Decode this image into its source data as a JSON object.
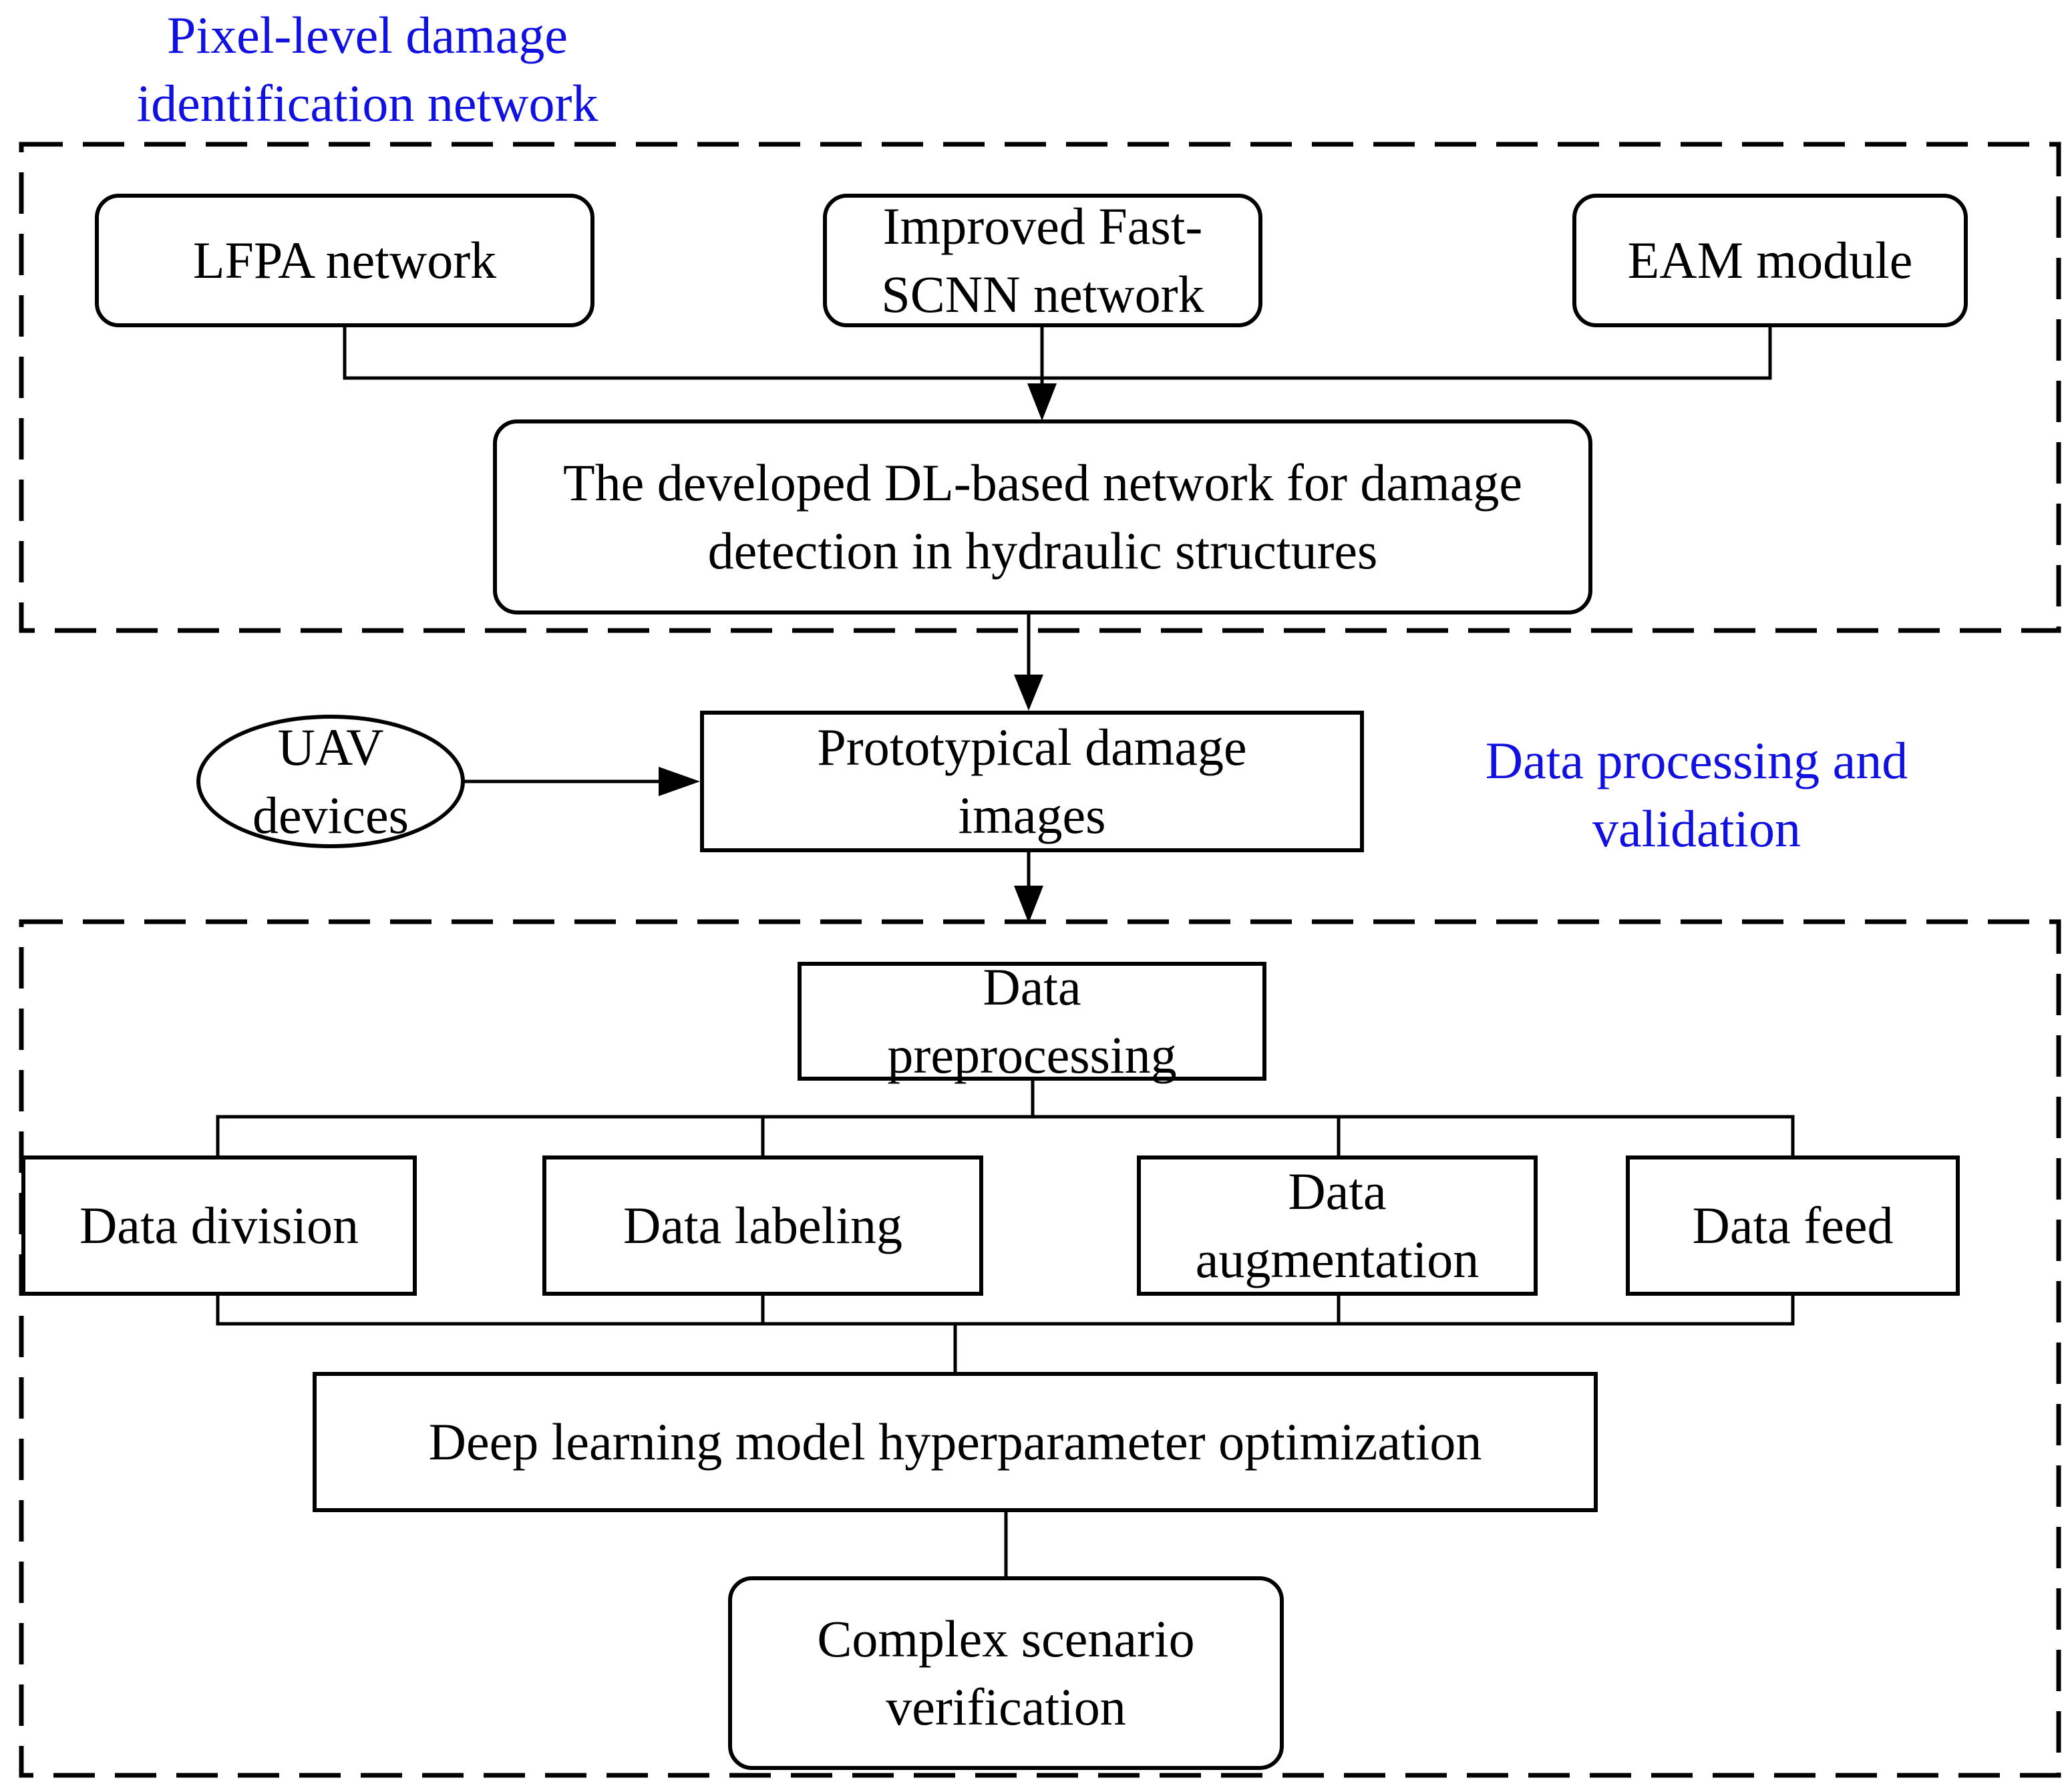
{
  "colors": {
    "line": "#000000",
    "group_label": "#1010e0",
    "background": "#ffffff"
  },
  "groups": {
    "network": {
      "label_line1": "Pixel-level damage",
      "label_line2": "identification network"
    },
    "processing": {
      "label_line1": "Data processing and",
      "label_line2": "validation"
    }
  },
  "nodes": {
    "lfpa": {
      "line1": "LFPA network"
    },
    "fast_scnn": {
      "line1": "Improved Fast-",
      "line2": "SCNN network"
    },
    "eam": {
      "line1": "EAM module"
    },
    "developed": {
      "line1": "The developed DL-based network for damage",
      "line2": "detection in hydraulic structures"
    },
    "uav": {
      "line1": "UAV",
      "line2": "devices"
    },
    "prototypical": {
      "line1": "Prototypical damage",
      "line2": "images"
    },
    "preprocessing": {
      "line1": "Data",
      "line2": "preprocessing"
    },
    "division": {
      "line1": "Data division"
    },
    "labeling": {
      "line1": "Data labeling"
    },
    "augmentation": {
      "line1": "Data",
      "line2": "augmentation"
    },
    "feed": {
      "line1": "Data feed"
    },
    "hyperparameter": {
      "line1": "Deep learning model hyperparameter optimization"
    },
    "verification": {
      "line1": "Complex scenario",
      "line2": "verification"
    }
  }
}
